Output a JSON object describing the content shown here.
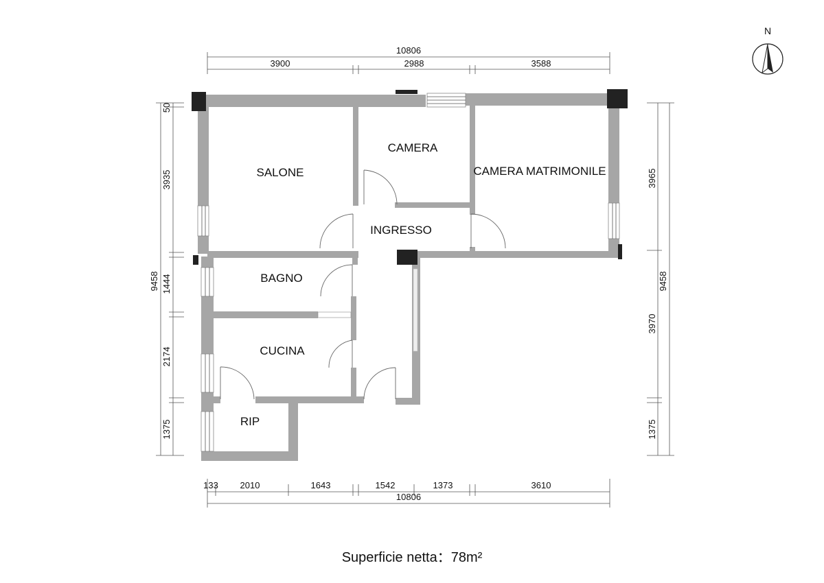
{
  "compass": {
    "label": "N",
    "icon": "north-arrow-icon"
  },
  "dimensions": {
    "top_total": "10806",
    "top_segments": [
      "3900",
      "2988",
      "3588"
    ],
    "bottom_segments": [
      "133",
      "2010",
      "1643",
      "1542",
      "1373",
      "3610"
    ],
    "bottom_total": "10806",
    "left_segments": [
      "50",
      "3935",
      "1444",
      "2174",
      "1375"
    ],
    "left_total": "9458",
    "right_segments": [
      "3965",
      "3970",
      "1375"
    ],
    "right_total": "9458"
  },
  "rooms": {
    "salone": "SALONE",
    "camera": "CAMERA",
    "camera_matrimoniale": "CAMERA MATRIMONILE",
    "ingresso": "INGRESSO",
    "bagno": "BAGNO",
    "cucina": "CUCINA",
    "rip": "RIP"
  },
  "footer": {
    "area_label": "Superficie netta：78m²"
  }
}
